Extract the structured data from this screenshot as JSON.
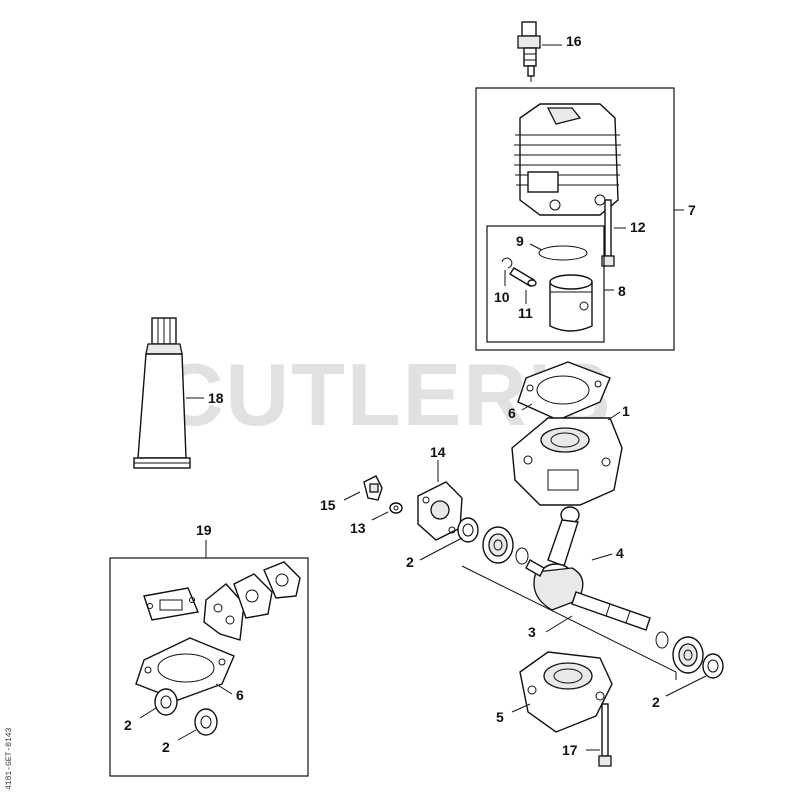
{
  "watermark": "CUTLER'S",
  "drawing_code": "4181-GET-0143",
  "labels": {
    "l1": "1",
    "l2a": "2",
    "l2b": "2",
    "l2c": "2",
    "l2d": "2",
    "l3": "3",
    "l4": "4",
    "l5": "5",
    "l6a": "6",
    "l6b": "6",
    "l7": "7",
    "l8": "8",
    "l9": "9",
    "l10": "10",
    "l11": "11",
    "l12": "12",
    "l13": "13",
    "l14": "14",
    "l15": "15",
    "l16": "16",
    "l17": "17",
    "l18": "18",
    "l19": "19"
  }
}
